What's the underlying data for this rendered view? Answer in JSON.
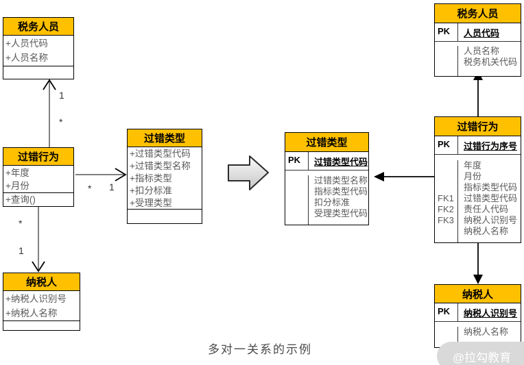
{
  "caption": "多对一关系的示例",
  "watermark": "@拉勾教育",
  "colors": {
    "header_fill": "#FFC000",
    "border": "#000000",
    "field_text": "#595959"
  },
  "uml_classes": [
    {
      "title": "税务人员",
      "attributes": [
        "+人员代码",
        "+人员名称"
      ],
      "operations": []
    },
    {
      "title": "过错行为",
      "attributes": [
        "+年度",
        "+月份"
      ],
      "operations": [
        "+查询()"
      ]
    },
    {
      "title": "纳税人",
      "attributes": [
        "+纳税人识别号",
        "+纳税人名称"
      ],
      "operations": []
    },
    {
      "title": "过错类型",
      "attributes": [
        "+过错类型代码",
        "+过错类型名称",
        "+指标类型",
        "+扣分标准",
        "+受理类型"
      ],
      "operations": []
    }
  ],
  "er_tables": [
    {
      "title": "税务人员",
      "pk_label": "PK",
      "pk_field": "人员代码",
      "rows": [
        {
          "key": "",
          "field": "人员名称"
        },
        {
          "key": "",
          "field": "税务机关代码"
        }
      ]
    },
    {
      "title": "过错类型",
      "pk_label": "PK",
      "pk_field": "过错类型代码",
      "rows": [
        {
          "key": "",
          "field": "过错类型名称"
        },
        {
          "key": "",
          "field": "指标类型代码"
        },
        {
          "key": "",
          "field": "扣分标准"
        },
        {
          "key": "",
          "field": "受理类型代码"
        }
      ]
    },
    {
      "title": "过错行为",
      "pk_label": "PK",
      "pk_field": "过错行为序号",
      "rows": [
        {
          "key": "",
          "field": "年度"
        },
        {
          "key": "",
          "field": "月份"
        },
        {
          "key": "",
          "field": "指标类型代码"
        },
        {
          "key": "FK1",
          "field": "过错类型代码"
        },
        {
          "key": "FK2",
          "field": "责任人代码"
        },
        {
          "key": "FK3",
          "field": "纳税人识别号"
        },
        {
          "key": "",
          "field": "纳税人名称"
        }
      ]
    },
    {
      "title": "纳税人",
      "pk_label": "PK",
      "pk_field": "纳税人识别号",
      "rows": [
        {
          "key": "",
          "field": "纳税人名称"
        }
      ]
    }
  ],
  "multiplicities": {
    "tax_upper": "1",
    "tax_lower": "*",
    "taxpayer_upper": "*",
    "taxpayer_lower": "1",
    "type_left": "*",
    "type_right": "1"
  }
}
